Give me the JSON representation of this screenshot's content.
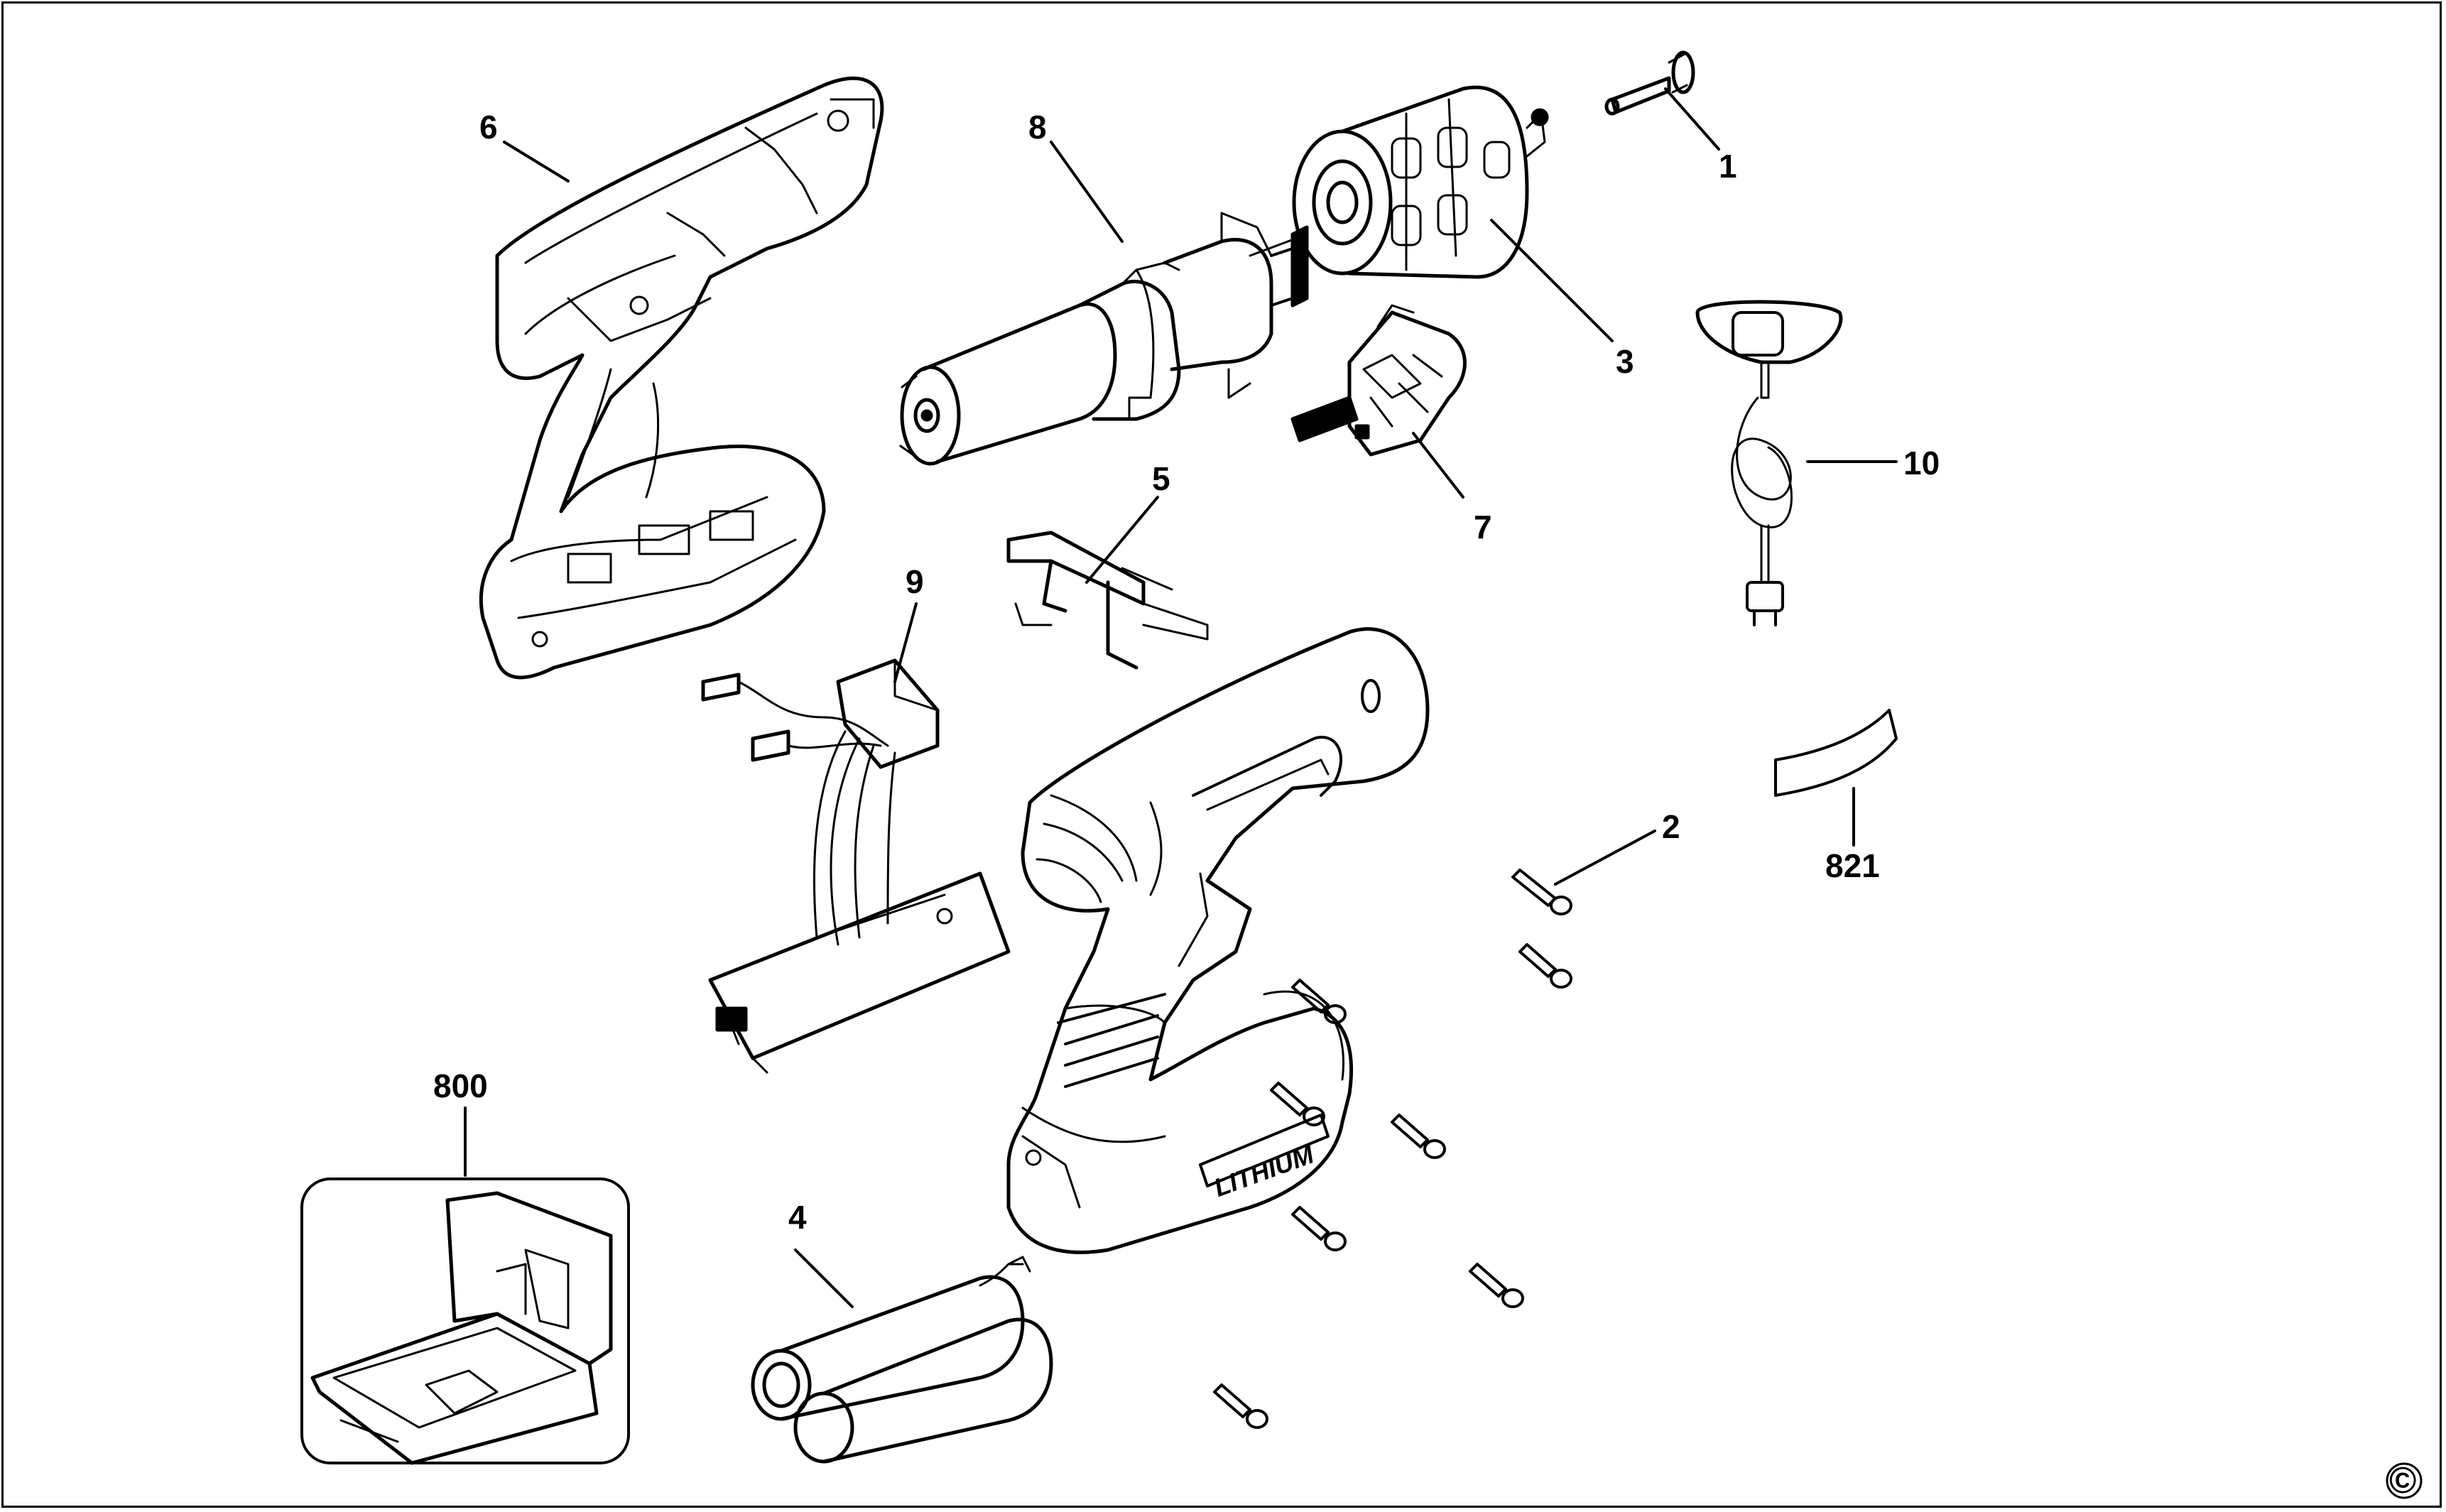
{
  "diagram": {
    "callouts": [
      {
        "id": "c1",
        "label": "1"
      },
      {
        "id": "c2",
        "label": "2"
      },
      {
        "id": "c3",
        "label": "3"
      },
      {
        "id": "c4",
        "label": "4"
      },
      {
        "id": "c5",
        "label": "5"
      },
      {
        "id": "c6",
        "label": "6"
      },
      {
        "id": "c7",
        "label": "7"
      },
      {
        "id": "c8",
        "label": "8"
      },
      {
        "id": "c9",
        "label": "9"
      },
      {
        "id": "c10",
        "label": "10"
      },
      {
        "id": "c800",
        "label": "800"
      },
      {
        "id": "c821",
        "label": "821"
      }
    ],
    "battery_branding": "LITHIUM",
    "copyright_symbol": "©"
  }
}
